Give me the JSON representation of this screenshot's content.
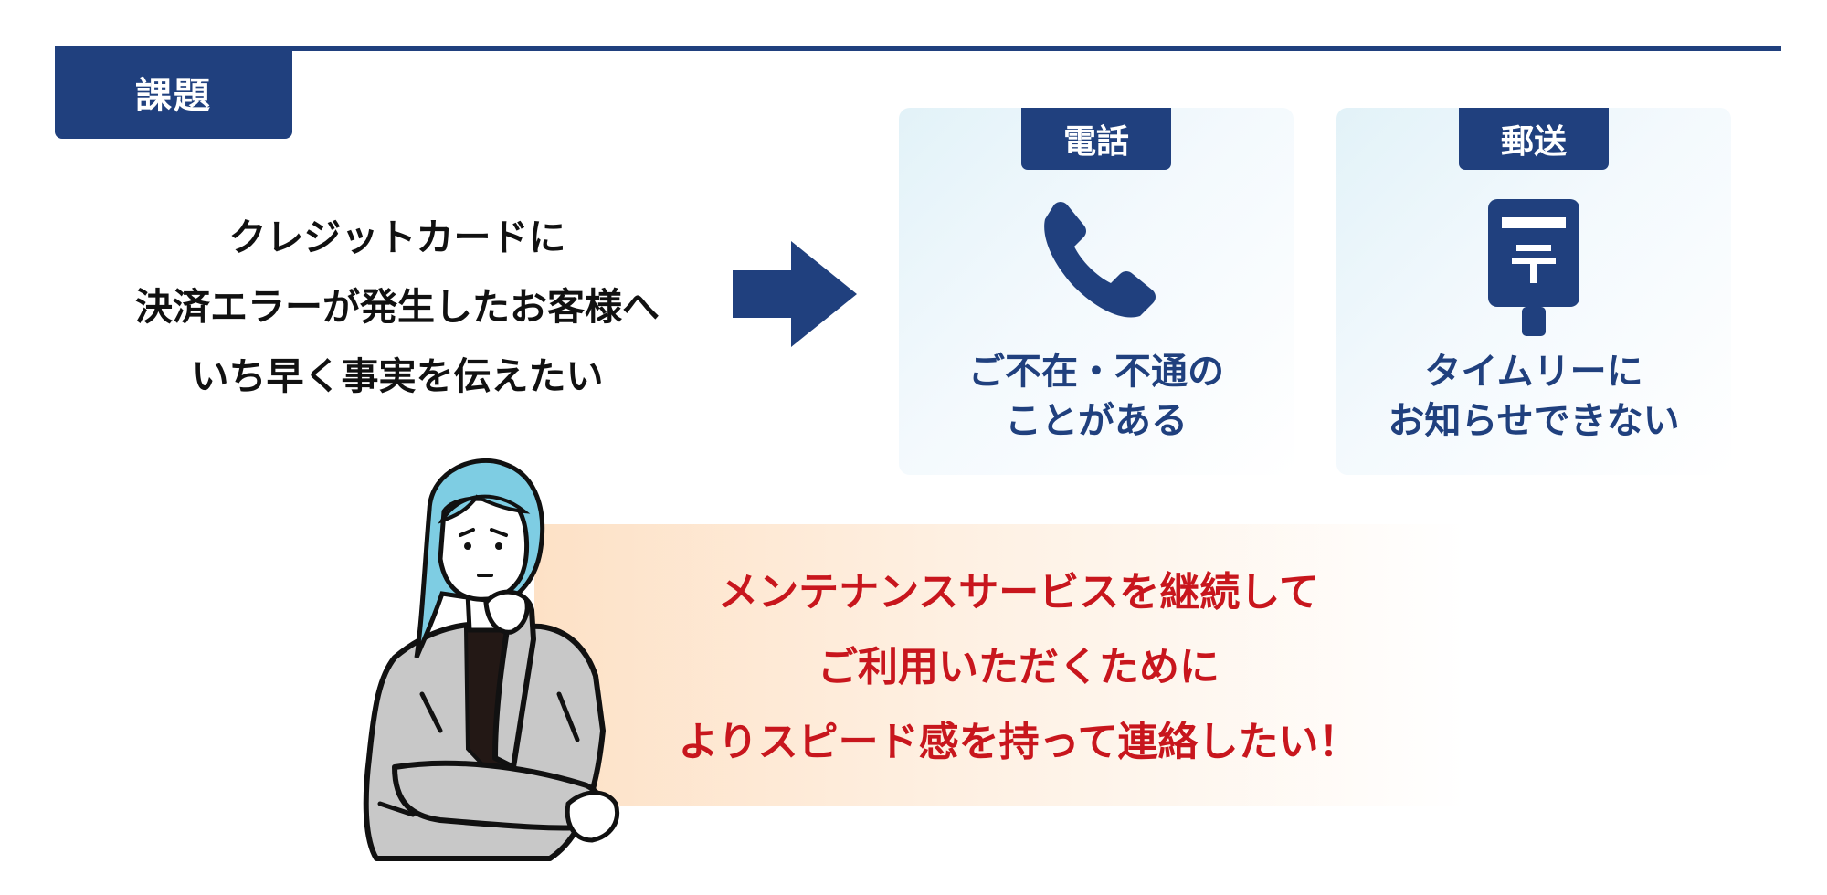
{
  "section": {
    "label": "課題"
  },
  "problem": {
    "lines": [
      "クレジットカードに",
      "決済エラーが発生したお客様へ",
      "いち早く事実を伝えたい"
    ]
  },
  "cards": [
    {
      "tab": "電話",
      "icon": "phone-icon",
      "lines": [
        "ご不在・不通の",
        "ことがある"
      ]
    },
    {
      "tab": "郵送",
      "icon": "mailbox-icon",
      "lines": [
        "タイムリーに",
        "お知らせできない"
      ]
    }
  ],
  "goal": {
    "lines": [
      "メンテナンスサービスを継続して",
      "ご利用いただくために",
      "よりスピード感を持って連絡したい！"
    ]
  },
  "colors": {
    "navy": "#20407e",
    "red": "#c8161d",
    "hair": "#7ecde3",
    "peach": "#fde1c6"
  }
}
